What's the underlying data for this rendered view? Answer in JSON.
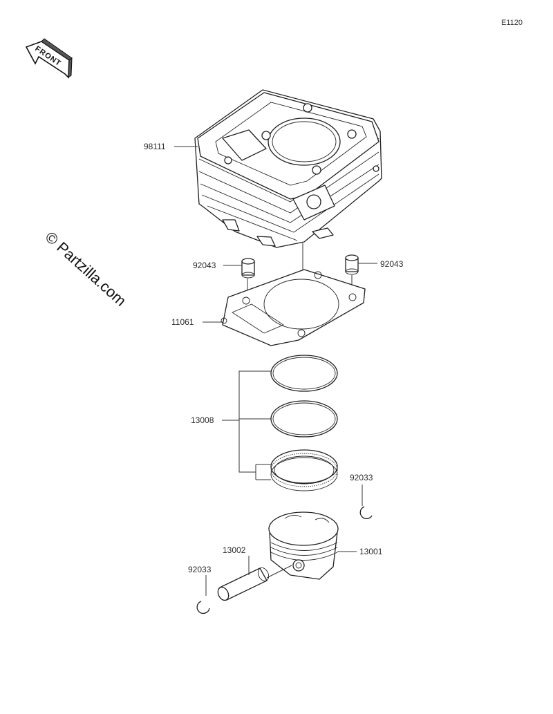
{
  "diagram_id": "E1120",
  "front_label": "FRONT",
  "watermark": "© Partzilla.com",
  "parts": {
    "cylinder": "98111",
    "dowel_left": "92043",
    "dowel_right": "92043",
    "gasket": "11061",
    "rings": "13008",
    "circlip_right": "92033",
    "piston": "13001",
    "pin": "13002",
    "circlip_left": "92033"
  }
}
